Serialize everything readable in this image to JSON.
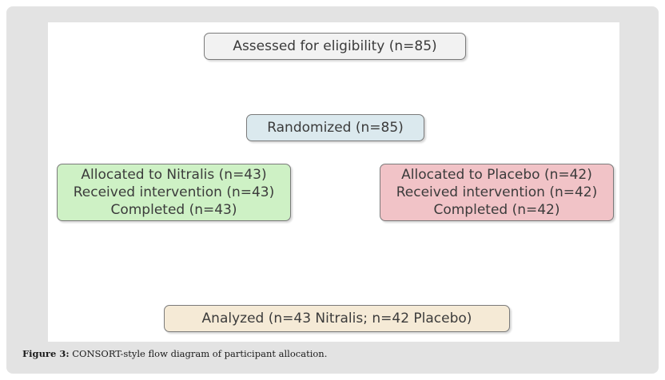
{
  "figure": {
    "caption_label": "Figure 3:",
    "caption_text": " CONSORT-style flow diagram of participant allocation.",
    "panel_background": "#e3e3e3",
    "canvas_background": "#ffffff"
  },
  "diagram": {
    "type": "flowchart",
    "title": "CONSORT-style flow diagram of participant allocation",
    "nodes": [
      {
        "id": "assessed",
        "label": "Assessed for eligibility (n=85)",
        "lines": [
          "Assessed for eligibility (n=85)"
        ],
        "n": 85,
        "fill": "#f2f2f2",
        "border": "#7a7a7a"
      },
      {
        "id": "randomized",
        "label": "Randomized (n=85)",
        "lines": [
          "Randomized (n=85)"
        ],
        "n": 85,
        "fill": "#dbe9ee",
        "border": "#7a7a7a"
      },
      {
        "id": "allocated-treatment",
        "label": "Allocated to Nitralis (n=43)",
        "lines": [
          "Allocated to Nitralis (n=43)",
          "Received intervention (n=43)",
          "Completed (n=43)"
        ],
        "n": 43,
        "arm": "Nitralis",
        "fill": "#cef1c5",
        "border": "#7a7a7a"
      },
      {
        "id": "allocated-control",
        "label": "Allocated to Placebo (n=42)",
        "lines": [
          "Allocated to Placebo (n=42)",
          "Received intervention (n=42)",
          "Completed (n=42)"
        ],
        "n": 42,
        "arm": "Placebo",
        "fill": "#f1c3c7",
        "border": "#7a7a7a"
      },
      {
        "id": "analyzed",
        "label": "Analyzed (n=43 Nitralis; n=42 Placebo)",
        "lines": [
          "Analyzed (n=43 Nitralis; n=42 Placebo)"
        ],
        "n_treatment": 43,
        "n_control": 42,
        "fill": "#f5ead6",
        "border": "#7a7a7a"
      }
    ]
  }
}
